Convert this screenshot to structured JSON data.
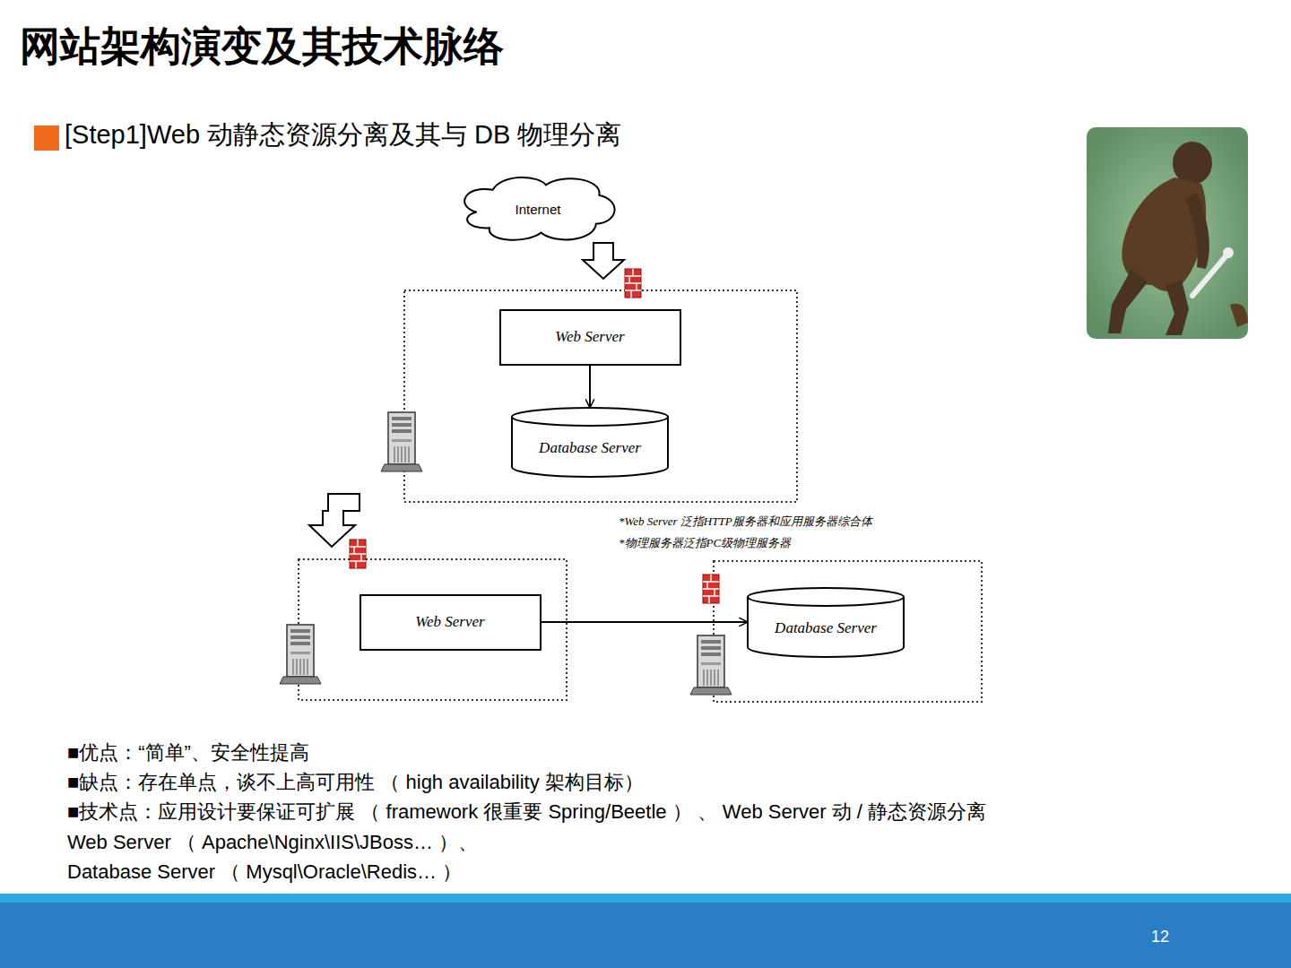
{
  "diagram": {
    "title": "网站架构演变及其技术脉络",
    "nodes": [
      {
        "text": [
          "Internet"
        ]
      },
      {
        "text": [
          "Web Server"
        ]
      },
      {
        "text": [
          "Database Server"
        ]
      },
      {
        "text": [
          "Web Server"
        ]
      },
      {
        "text": [
          "Database Server"
        ]
      }
    ],
    "edges": [
      {
        "from": 1,
        "to": 2,
        "arrow": "to"
      },
      {
        "from": 3,
        "to": 4,
        "arrow": "to"
      }
    ],
    "labels": [
      "[Step1]Web 动静态资源分离及其与 DB 物理分离",
      "*Web Server 泛指HTTP服务器和应用服务器综合体",
      "*物理服务器泛指PC级物理服务器",
      "■优点：“简单”、安全性提高",
      "■缺点：存在单点，谈不上高可用性 （ high availability 架构目标）",
      "■技术点：应用设计要保证可扩展 （ framework 很重要 Spring/Beetle ） 、 Web Server 动 / 静态资源分离",
      "Web Server （ Apache\\Nginx\\IIS\\JBoss… ）、",
      "Database Server （ Mysql\\Oracle\\Redis… ）",
      "12"
    ]
  }
}
